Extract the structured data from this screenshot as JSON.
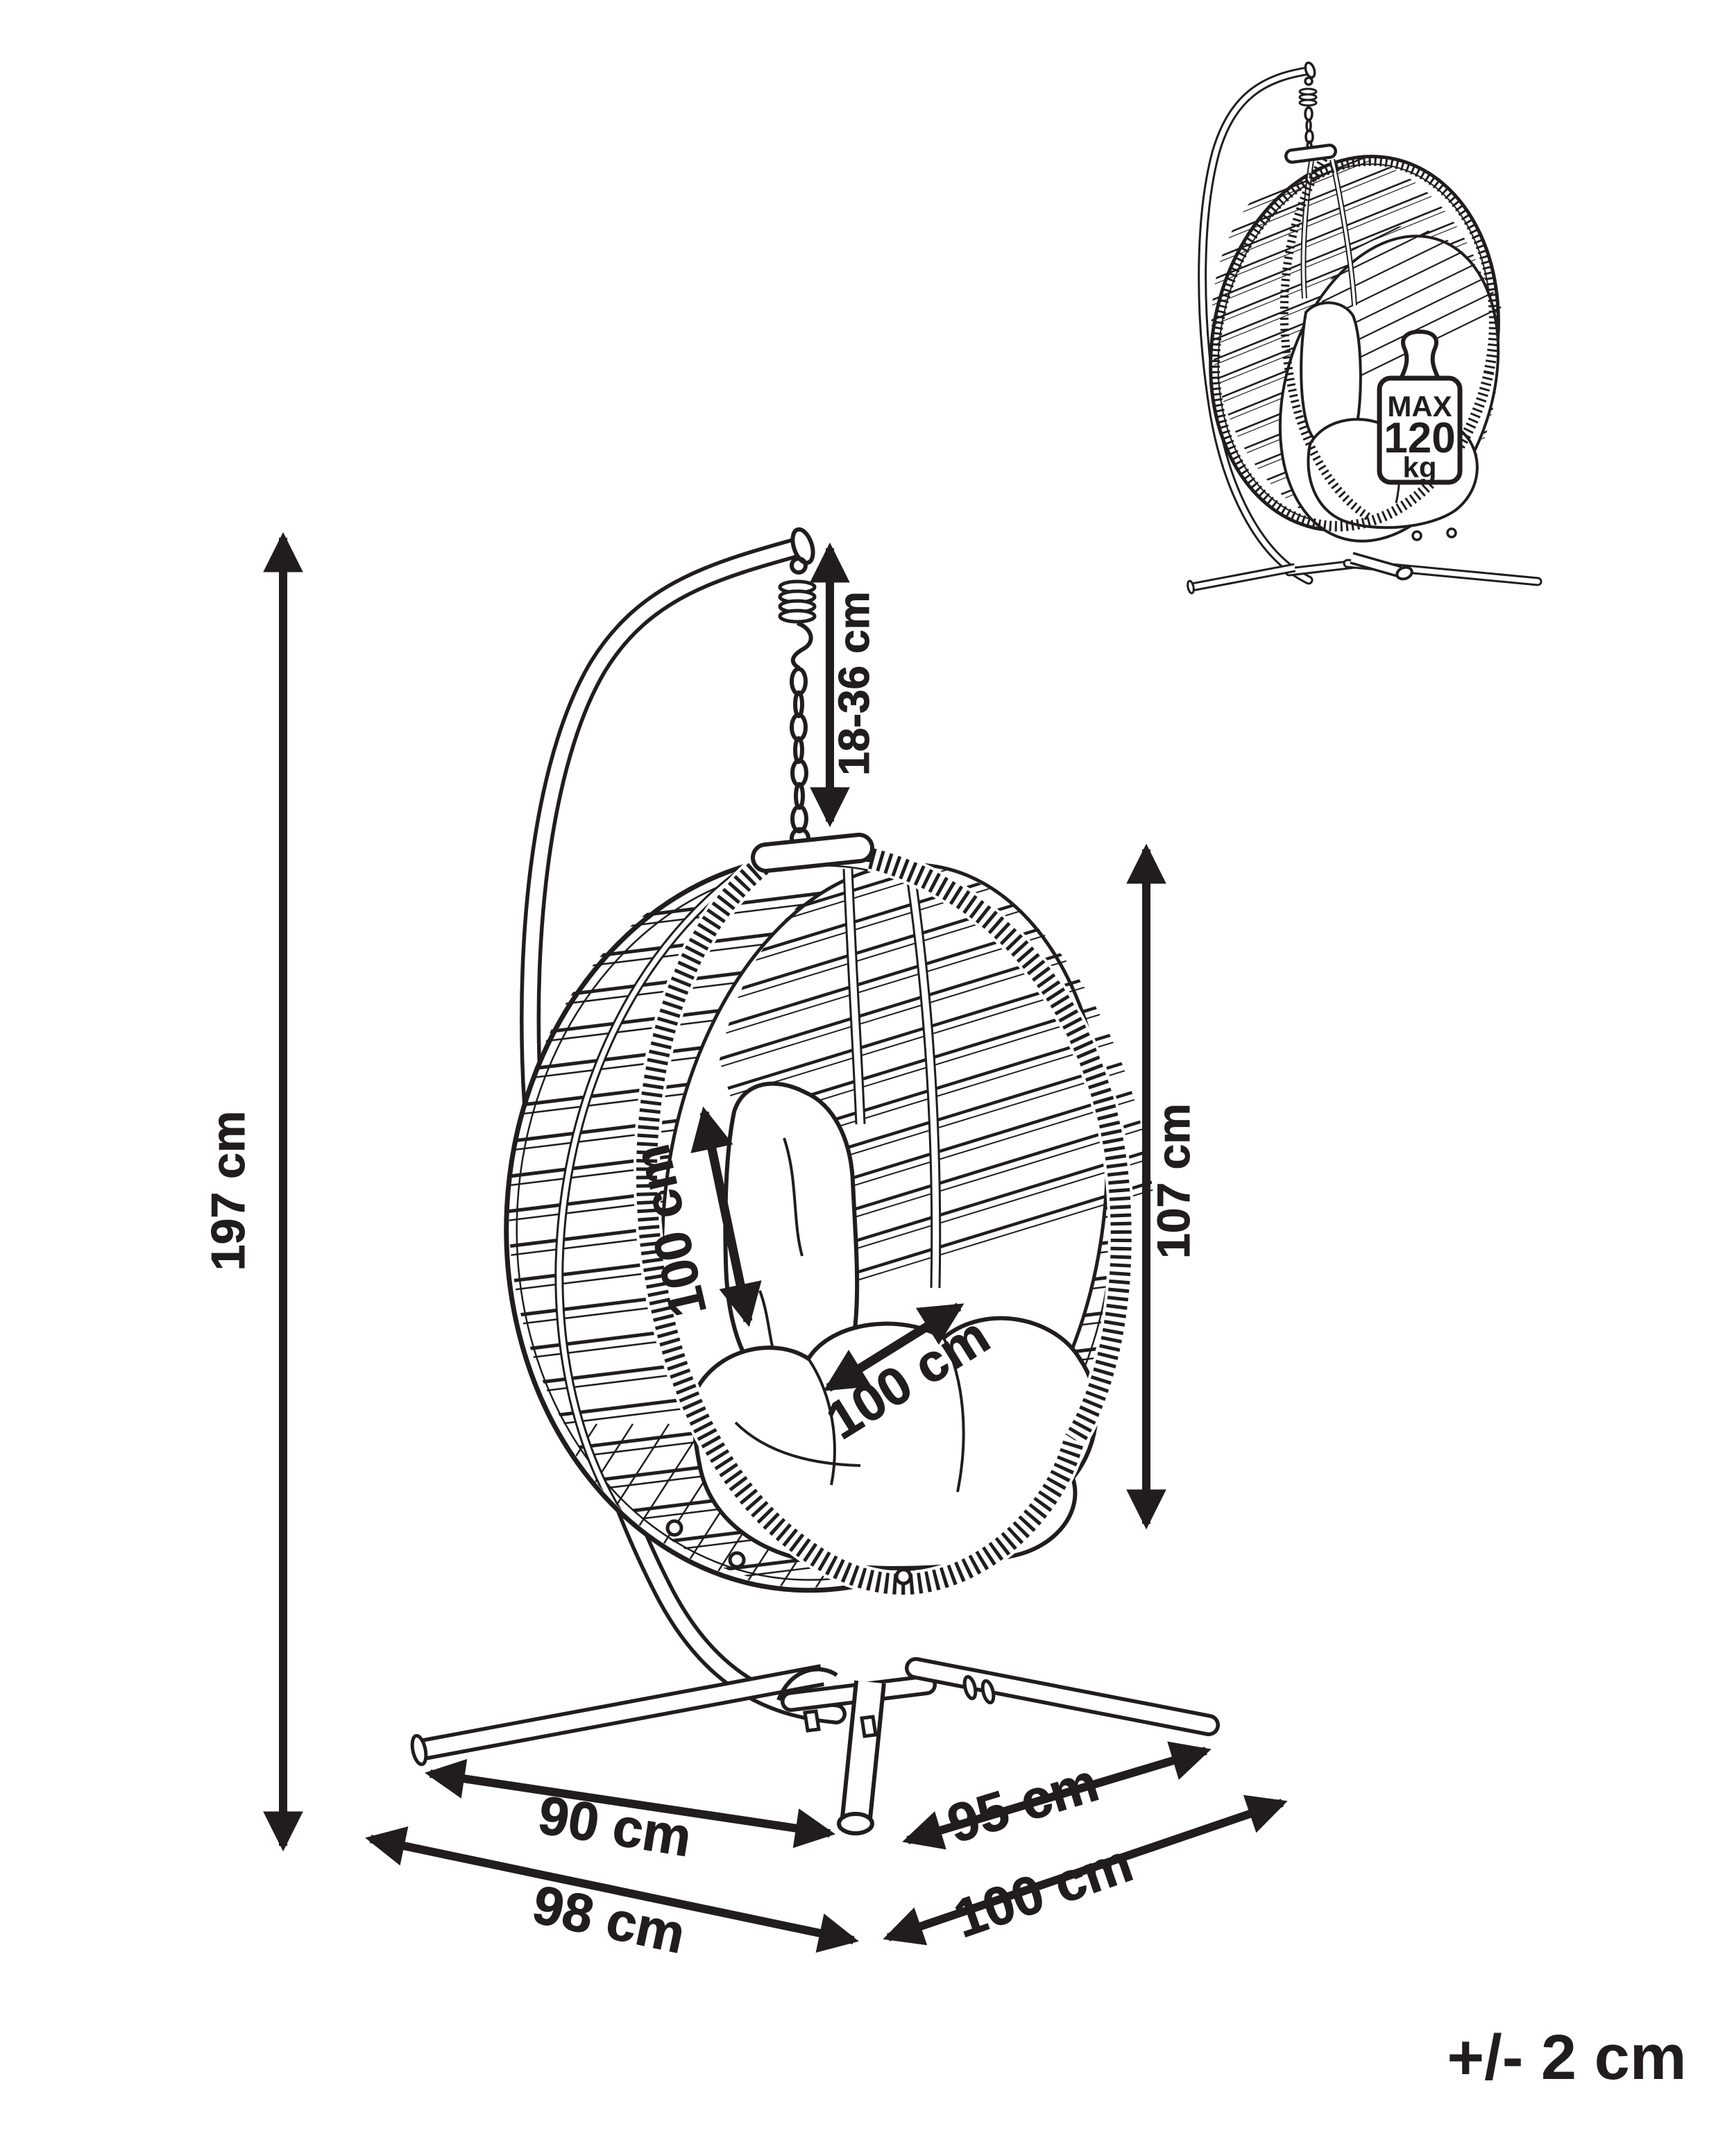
{
  "diagram": {
    "type": "product-dimension-drawing",
    "subject": "hanging egg chair with stand",
    "colors": {
      "ink": "#211d1e",
      "background": "#ffffff"
    },
    "dims": {
      "overall_height": "197 cm",
      "hanging_hardware": "18-36 cm",
      "chair_height": "107 cm",
      "seat_back_diagonal": "100 cm",
      "seat_width_diagonal": "100 cm",
      "base_inner_left": "90 cm",
      "base_inner_right": "95 cm",
      "base_outer_left": "98 cm",
      "base_outer_right": "100 cm"
    },
    "badge": {
      "line1": "MAX",
      "line2": "120",
      "line3": "kg"
    },
    "tolerance": "+/- 2 cm"
  }
}
